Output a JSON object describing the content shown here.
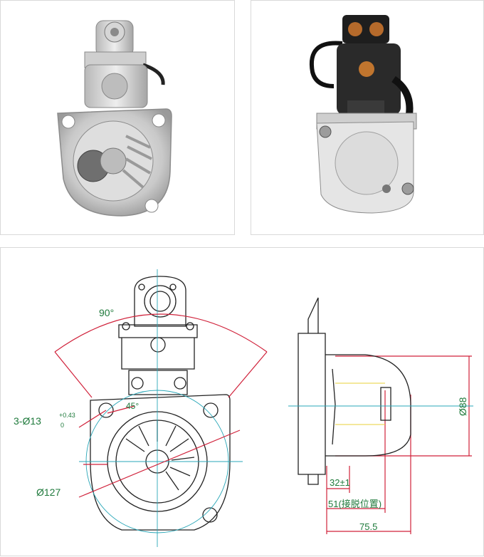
{
  "photos": {
    "front_view": "starter-motor-front-photo",
    "rear_view": "starter-motor-rear-photo"
  },
  "drawing": {
    "angle_top": "90°",
    "holes_prefix": "3-Ø13",
    "holes_tol_upper": "+0.43",
    "holes_tol_lower": "0",
    "angle_45": "45°",
    "diameter_127": "Ø127",
    "diameter_88": "Ø88",
    "dim_32": "32±1",
    "dim_51": "51(接脱位置)",
    "dim_75": "75.5"
  },
  "colors": {
    "outline": "#222222",
    "dimension_red": "#d0213a",
    "dimension_green": "#1f7a3c",
    "centerline_cyan": "#2aa7b8",
    "highlight_yellow": "#e8d23a"
  }
}
